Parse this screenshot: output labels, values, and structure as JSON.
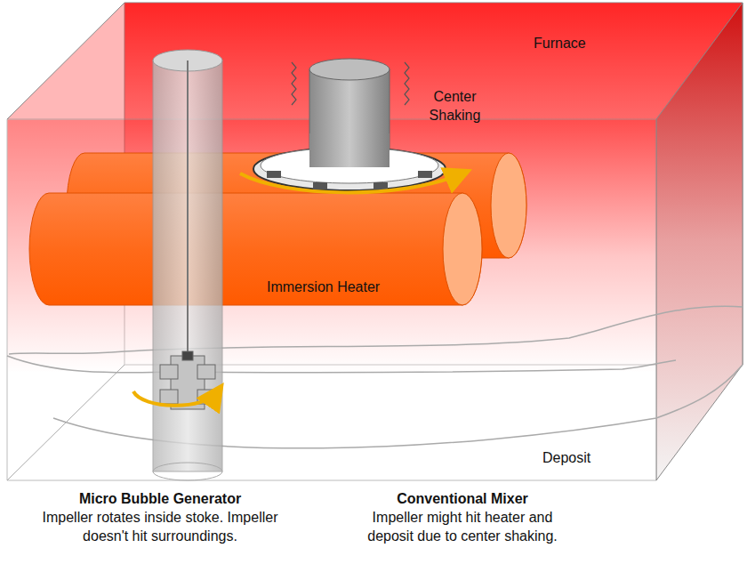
{
  "diagram": {
    "labels": [
      "Furnace",
      "Center Shaking",
      "Immersion Heater",
      "Deposit",
      "Micro Bubble Generator",
      "Impeller rotates inside stoke. Impeller doesn't hit surroundings.",
      "Conventional Mixer",
      "Impeller might hit heater and deposit due to center shaking."
    ]
  }
}
